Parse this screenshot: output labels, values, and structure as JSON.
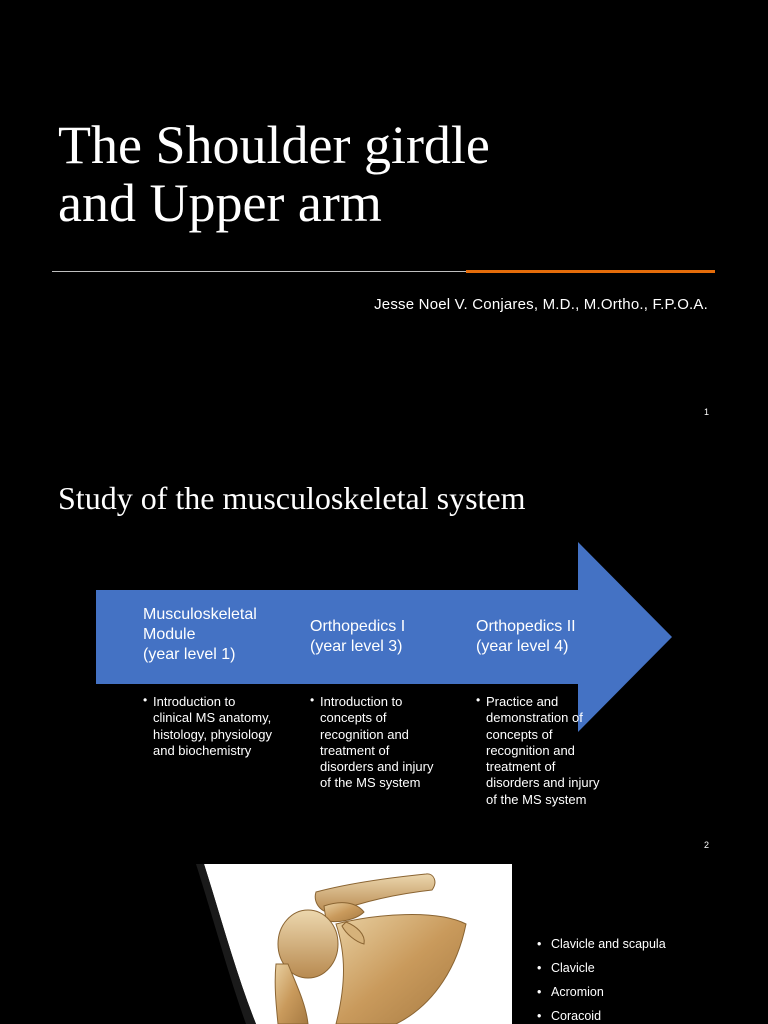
{
  "slide1": {
    "title_line1": "The Shoulder girdle",
    "title_line2": "and Upper arm",
    "author": "Jesse Noel V. Conjares, M.D., M.Ortho., F.P.O.A.",
    "page_number": "1",
    "colors": {
      "accent": "#e46c0a",
      "rule": "#bfbfbf",
      "background": "#000000"
    }
  },
  "slide2": {
    "title": "Study of the musculoskeletal system",
    "page_number": "2",
    "arrow_color": "#4472c4",
    "stages": [
      {
        "line1": "Musculoskeletal",
        "line2": "Module",
        "line3": "(year level 1)"
      },
      {
        "line1": "Orthopedics I",
        "line2": "(year level 3)"
      },
      {
        "line1": "Orthopedics II",
        "line2": "(year level 4)"
      }
    ],
    "bullets": [
      {
        "lines": [
          "Introduction to",
          "clinical MS anatomy,",
          "histology, physiology",
          "and biochemistry"
        ]
      },
      {
        "lines": [
          "Introduction to",
          "concepts of",
          "recognition and",
          "treatment of",
          "disorders and injury",
          "of the MS system"
        ]
      },
      {
        "lines": [
          "Practice and",
          "demonstration of",
          "concepts of",
          "recognition and",
          "treatment of",
          "disorders and injury",
          "of the MS system"
        ]
      }
    ]
  },
  "slide3": {
    "bullets": [
      "Clavicle and scapula",
      "Clavicle",
      "Acromion",
      "Coracoid"
    ]
  }
}
